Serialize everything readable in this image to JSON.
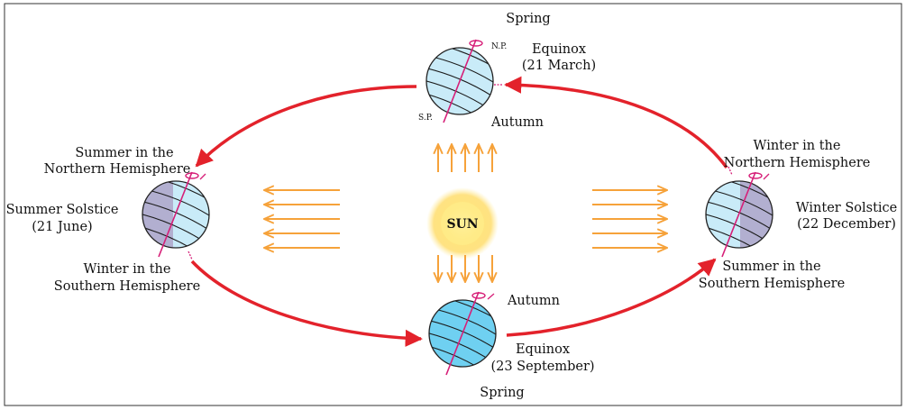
{
  "colors": {
    "orbit": "#e3222b",
    "sun_rays": "#f6a23a",
    "globe_light": "#c9ebf8",
    "globe_medium": "#6fd0f1",
    "globe_shadow": "#b2afd0",
    "axis": "#d61f78"
  },
  "sun": {
    "label": "SUN"
  },
  "top": {
    "season_above": "Spring",
    "title": "Equinox",
    "date": "(21 March)",
    "season_below": "Autumn",
    "north_pole": "N.P.",
    "south_pole": "S.P."
  },
  "bottom": {
    "season_above": "Autumn",
    "title": "Equinox",
    "date": "(23 September)",
    "season_below": "Spring"
  },
  "left": {
    "hemi_top_1": "Summer in the",
    "hemi_top_2": "Northern Hemisphere",
    "title": "Summer Solstice",
    "date": "(21 June)",
    "hemi_bottom_1": "Winter in the",
    "hemi_bottom_2": "Southern Hemisphere"
  },
  "right": {
    "hemi_top_1": "Winter in the",
    "hemi_top_2": "Northern Hemisphere",
    "title": "Winter Solstice",
    "date": "(22 December)",
    "hemi_bottom_1": "Summer in the",
    "hemi_bottom_2": "Southern Hemisphere"
  }
}
